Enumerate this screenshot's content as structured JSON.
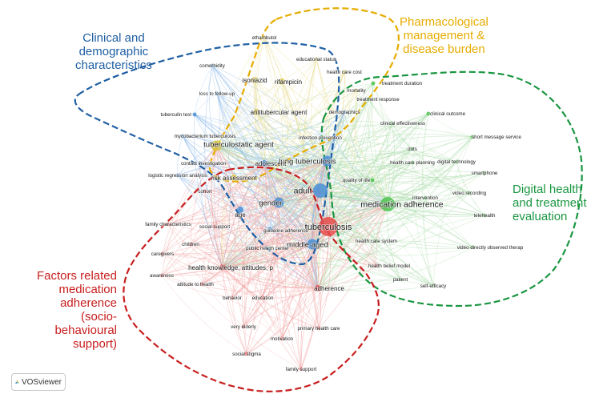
{
  "clusters": {
    "clinical": {
      "lines": [
        "Clinical and",
        "demographic",
        "characteristics"
      ],
      "color": "#1f5fa3"
    },
    "pharma": {
      "lines": [
        "Pharmacological",
        "management &",
        "disease burden"
      ],
      "color": "#e6ac00"
    },
    "digital": {
      "lines": [
        "Digital health",
        "and treatment",
        "evaluation"
      ],
      "color": "#1a9641"
    },
    "factors": {
      "lines": [
        "Factors related",
        "medication",
        "adherence (socio-",
        "behavioural",
        "support)"
      ],
      "color": "#c81e1e"
    }
  },
  "colors": {
    "red": "#e84b4b",
    "blue": "#4a8fd6",
    "green": "#4fc34f",
    "yellow": "#d9c43a",
    "edge_red": "#f2a0a0",
    "edge_blue": "#8ab8e8",
    "edge_green": "#a8dba8",
    "edge_yellow": "#e8dc90"
  },
  "nodes": [
    {
      "label": "ethambutol",
      "group": "yellow",
      "weight": 1
    },
    {
      "label": "educational status",
      "group": "yellow",
      "weight": 1
    },
    {
      "label": "comorbidity",
      "group": "blue",
      "weight": 1
    },
    {
      "label": "health care cost",
      "group": "yellow",
      "weight": 1
    },
    {
      "label": "rifampicin",
      "group": "yellow",
      "weight": 2
    },
    {
      "label": "isoniazid",
      "group": "yellow",
      "weight": 2
    },
    {
      "label": "treatment duration",
      "group": "green",
      "weight": 1
    },
    {
      "label": "loss to follow-up",
      "group": "blue",
      "weight": 1
    },
    {
      "label": "mortality",
      "group": "yellow",
      "weight": 1
    },
    {
      "label": "treatment response",
      "group": "green",
      "weight": 1
    },
    {
      "label": "antitubercular agent",
      "group": "yellow",
      "weight": 2
    },
    {
      "label": "demographics",
      "group": "blue",
      "weight": 1
    },
    {
      "label": "tuberculin test",
      "group": "blue",
      "weight": 1
    },
    {
      "label": "clinical outcome",
      "group": "green",
      "weight": 1
    },
    {
      "label": "clinical effectiveness",
      "group": "green",
      "weight": 1
    },
    {
      "label": "mycobacterium tuberculosis",
      "group": "blue",
      "weight": 1
    },
    {
      "label": "tuberculostatic agent",
      "group": "yellow",
      "weight": 3
    },
    {
      "label": "infection prevention",
      "group": "blue",
      "weight": 1
    },
    {
      "label": "short message service",
      "group": "green",
      "weight": 1
    },
    {
      "label": "dots",
      "group": "green",
      "weight": 1
    },
    {
      "label": "contact investigation",
      "group": "blue",
      "weight": 1
    },
    {
      "label": "lung tuberculosis",
      "group": "blue",
      "weight": 3
    },
    {
      "label": "adolescent",
      "group": "blue",
      "weight": 2
    },
    {
      "label": "health care planning",
      "group": "green",
      "weight": 1
    },
    {
      "label": "digital technology",
      "group": "green",
      "weight": 1
    },
    {
      "label": "logistic regression analysis",
      "group": "blue",
      "weight": 1
    },
    {
      "label": "risk assessment",
      "group": "yellow",
      "weight": 2
    },
    {
      "label": "smartphone",
      "group": "green",
      "weight": 1
    },
    {
      "label": "quality of life",
      "group": "green",
      "weight": 1
    },
    {
      "label": "adult",
      "group": "blue",
      "weight": 4
    },
    {
      "label": "cohort",
      "group": "red",
      "weight": 1
    },
    {
      "label": "medication adherence",
      "group": "green",
      "weight": 4
    },
    {
      "label": "gender",
      "group": "blue",
      "weight": 3
    },
    {
      "label": "intervention",
      "group": "green",
      "weight": 1
    },
    {
      "label": "video recording",
      "group": "green",
      "weight": 1
    },
    {
      "label": "age",
      "group": "blue",
      "weight": 2
    },
    {
      "label": "family characteristics",
      "group": "red",
      "weight": 1
    },
    {
      "label": "social support",
      "group": "red",
      "weight": 1
    },
    {
      "label": "tuberculosis",
      "group": "red",
      "weight": 5
    },
    {
      "label": "telehealth",
      "group": "green",
      "weight": 1
    },
    {
      "label": "guideline adherence",
      "group": "blue",
      "weight": 1
    },
    {
      "label": "middle aged",
      "group": "blue",
      "weight": 3
    },
    {
      "label": "health care system",
      "group": "green",
      "weight": 1
    },
    {
      "label": "children",
      "group": "red",
      "weight": 1
    },
    {
      "label": "public health center",
      "group": "red",
      "weight": 1
    },
    {
      "label": "caregivers",
      "group": "red",
      "weight": 1
    },
    {
      "label": "video directly observed therap",
      "group": "green",
      "weight": 1
    },
    {
      "label": "health knowledge, attitudes, p",
      "group": "red",
      "weight": 2
    },
    {
      "label": "health belief model",
      "group": "red",
      "weight": 1
    },
    {
      "label": "awareness",
      "group": "red",
      "weight": 1
    },
    {
      "label": "patient",
      "group": "green",
      "weight": 1
    },
    {
      "label": "adherence",
      "group": "red",
      "weight": 2
    },
    {
      "label": "attitude to health",
      "group": "red",
      "weight": 1
    },
    {
      "label": "self-efficacy",
      "group": "green",
      "weight": 1
    },
    {
      "label": "behavior",
      "group": "red",
      "weight": 1
    },
    {
      "label": "education",
      "group": "red",
      "weight": 1
    },
    {
      "label": "very elderly",
      "group": "red",
      "weight": 1
    },
    {
      "label": "primary health care",
      "group": "red",
      "weight": 1
    },
    {
      "label": "motivation",
      "group": "red",
      "weight": 1
    },
    {
      "label": "social stigma",
      "group": "red",
      "weight": 1
    },
    {
      "label": "family support",
      "group": "red",
      "weight": 1
    }
  ],
  "logo": {
    "text": "VOSviewer",
    "icon": "vosviewer-logo-icon"
  }
}
